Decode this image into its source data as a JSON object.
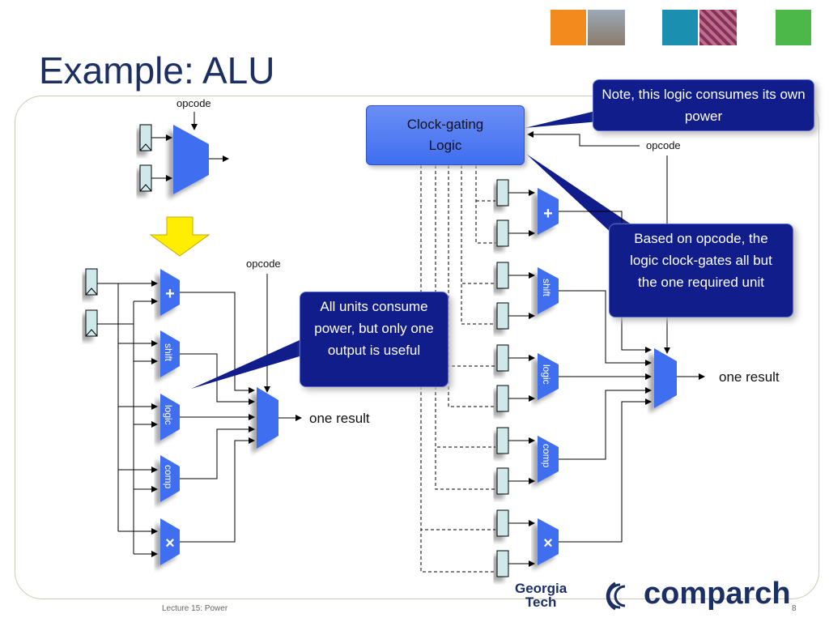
{
  "slide": {
    "title": "Example: ALU",
    "footer_left": "Lecture 15: Power",
    "page_number": "8"
  },
  "diagram": {
    "opcode_label": "opcode",
    "clock_gating_label": "Clock-gating Logic",
    "result_label": "one result",
    "units": [
      "+",
      "shift",
      "logic",
      "comp",
      "×"
    ]
  },
  "callouts": {
    "note": "Note, this logic consumes its own power",
    "based_on_opcode": "Based on opcode, the logic clock-gates all but the one required unit",
    "all_units": "All units consume power, but only one output is useful"
  },
  "logos": {
    "georgia_tech_line1": "Georgia",
    "georgia_tech_line2": "Tech",
    "comparch": "comparch"
  },
  "colors": {
    "title": "#1c2f63",
    "unit_blue": "#3f6ef0",
    "callout_navy": "#101d8a",
    "arrow_yellow": "#ffee00"
  }
}
